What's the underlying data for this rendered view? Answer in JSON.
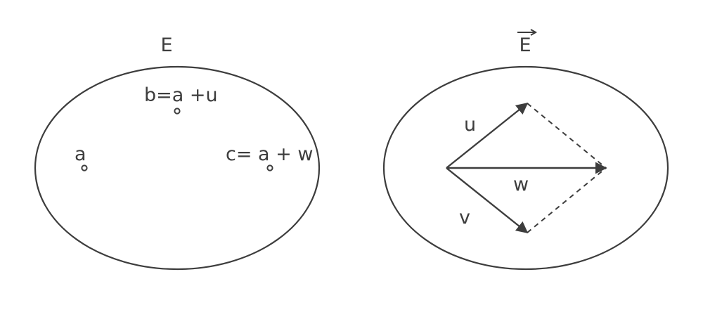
{
  "affine_space": {
    "title": "E",
    "point_a": "a",
    "point_b": "b=a +u",
    "point_c": "c= a + w"
  },
  "vector_space": {
    "title": "E",
    "vector_u": "u",
    "vector_v": "v",
    "vector_w": "w"
  }
}
